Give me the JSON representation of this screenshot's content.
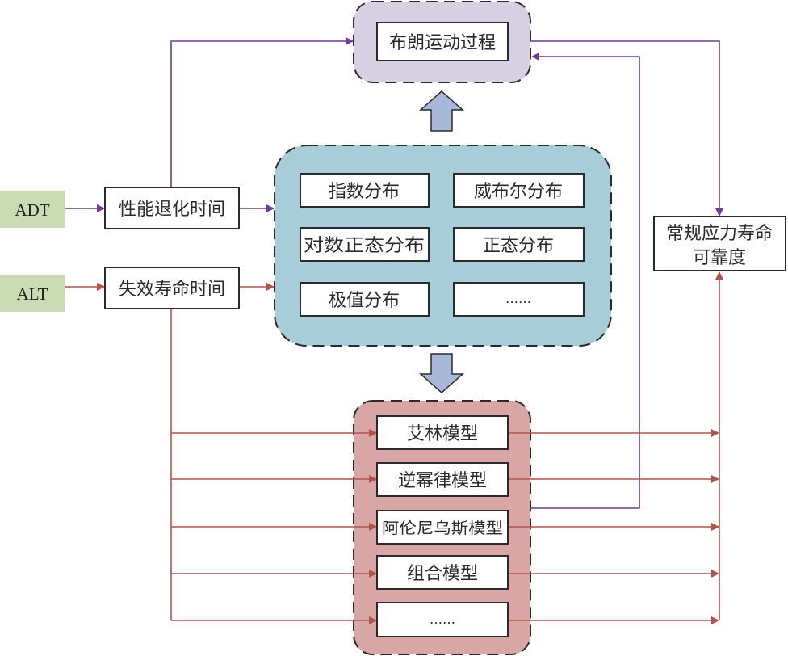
{
  "colors": {
    "purple_line": "#6f3c98",
    "red_line": "#b5534b",
    "group_top_fill": "#d7cfe2",
    "group_center_fill": "#a6cdd8",
    "group_bottom_fill": "#d8a6a4",
    "input_fill": "#c9dcb3",
    "block_arrow_fill": "#a8b8d8",
    "border_dark": "#2b2b2b",
    "box_fill": "#ffffff"
  },
  "inputs": [
    {
      "id": "adt",
      "label": "ADT"
    },
    {
      "id": "alt",
      "label": "ALT"
    }
  ],
  "data_boxes": [
    {
      "id": "degradation",
      "label": "性能退化时间"
    },
    {
      "id": "failure",
      "label": "失效寿命时间"
    }
  ],
  "top_group": {
    "name": "stochastic-process",
    "items": [
      "布朗运动过程"
    ]
  },
  "center_group": {
    "name": "distributions",
    "items": [
      "指数分布",
      "威布尔分布",
      "对数正态分布",
      "正态分布",
      "极值分布",
      "……"
    ]
  },
  "bottom_group": {
    "name": "acceleration-models",
    "items": [
      "艾林模型",
      "逆幂律模型",
      "阿伦尼乌斯模型",
      "组合模型",
      "……"
    ]
  },
  "output": {
    "lines": [
      "常规应力寿命",
      "可靠度"
    ]
  },
  "block_arrows": [
    {
      "direction": "up",
      "from": "distributions",
      "to": "stochastic-process"
    },
    {
      "direction": "down",
      "from": "distributions",
      "to": "acceleration-models"
    }
  ],
  "connections": [
    {
      "from": "ADT",
      "to": "性能退化时间",
      "color": "purple"
    },
    {
      "from": "ALT",
      "to": "失效寿命时间",
      "color": "red"
    },
    {
      "from": "性能退化时间",
      "to": "distributions",
      "color": "purple"
    },
    {
      "from": "失效寿命时间",
      "to": "distributions",
      "color": "red"
    },
    {
      "from": "性能退化时间",
      "to": "布朗运动过程",
      "color": "purple"
    },
    {
      "from": "阿伦尼乌斯模型",
      "to": "布朗运动过程",
      "color": "purple"
    },
    {
      "from": "布朗运动过程",
      "to": "常规应力寿命可靠度",
      "color": "purple"
    },
    {
      "from": "失效寿命时间",
      "to": "acceleration-models (all)",
      "color": "red"
    },
    {
      "from": "acceleration-models (all)",
      "to": "常规应力寿命可靠度",
      "color": "red"
    }
  ]
}
